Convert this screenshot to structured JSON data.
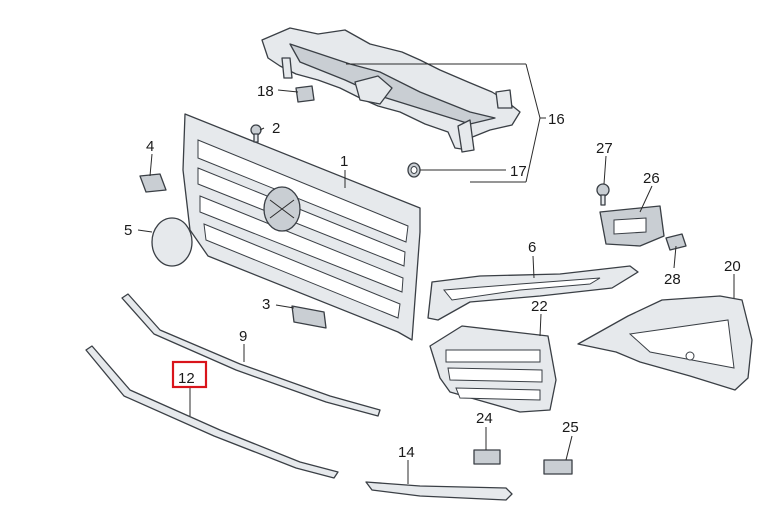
{
  "callouts": {
    "c1": "1",
    "c2": "2",
    "c3": "3",
    "c4": "4",
    "c5": "5",
    "c6": "6",
    "c9": "9",
    "c12": "12",
    "c14": "14",
    "c16": "16",
    "c17": "17",
    "c18": "18",
    "c20": "20",
    "c22": "22",
    "c24": "24",
    "c25": "25",
    "c26": "26",
    "c27": "27",
    "c28": "28"
  },
  "highlight": {
    "callout": "12",
    "color": "#d9141b"
  },
  "colors": {
    "part_fill": "#e6e9ec",
    "outline": "#3a3f45",
    "highlight": "#d9141b"
  }
}
